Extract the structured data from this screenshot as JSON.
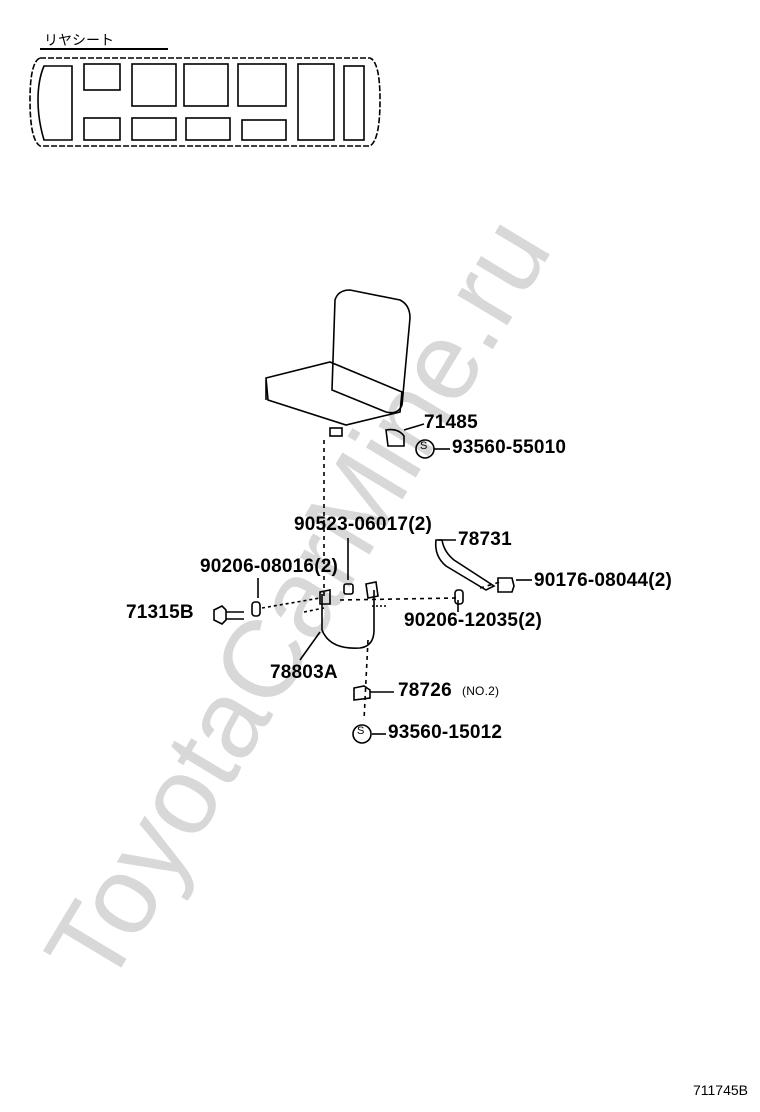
{
  "header": {
    "title": "リヤシート"
  },
  "parts": {
    "p71485": "71485",
    "p93560_55010": "93560-55010",
    "p90523": "90523-06017(2)",
    "p78731": "78731",
    "p90206_08016": "90206-08016(2)",
    "p90176": "90176-08044(2)",
    "p71315B": "71315B",
    "p90206_12035": "90206-12035(2)",
    "p78803A": "78803A",
    "p78726": "78726",
    "p78726_note": "(NO.2)",
    "p93560_15012": "93560-15012"
  },
  "symbols": {
    "s1": "S",
    "s2": "S"
  },
  "footer": {
    "code": "711745B"
  },
  "watermark": {
    "text": "ToyotaCarMine.ru"
  }
}
